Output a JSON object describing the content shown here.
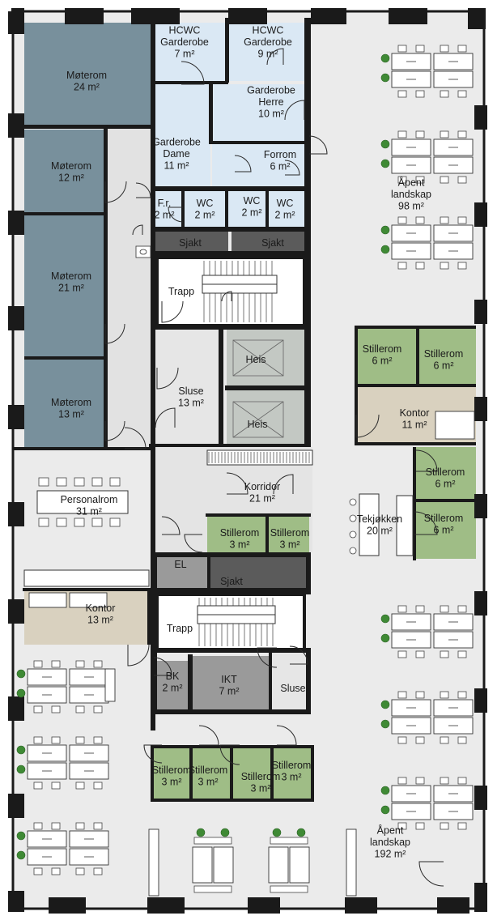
{
  "colors": {
    "meeting": "#78909c",
    "wardrobe": "#dae8f4",
    "quiet": "#9fbd86",
    "office": "#d9d1bf",
    "corridor": "#e6e6e6",
    "open": "#ebebeb",
    "shaft": "#5b5b5b",
    "lift": "#c3c8c3",
    "tech": "#9a9a9a",
    "wall": "#1a1a1a"
  },
  "rooms": [
    {
      "key": "moterom-24",
      "name": "Møterom",
      "area": "24 m²"
    },
    {
      "key": "moterom-12",
      "name": "Møterom",
      "area": "12 m²"
    },
    {
      "key": "moterom-21",
      "name": "Møterom",
      "area": "21 m²"
    },
    {
      "key": "moterom-13",
      "name": "Møterom",
      "area": "13 m²"
    },
    {
      "key": "hcwc-7",
      "name": "HCWC",
      "name2": "Garderobe",
      "area": "7 m²"
    },
    {
      "key": "hcwc-9",
      "name": "HCWC",
      "name2": "Garderobe",
      "area": "9 m²"
    },
    {
      "key": "garderobe-herre",
      "name": "Garderobe",
      "name2": "Herre",
      "area": "10 m²"
    },
    {
      "key": "garderobe-dame",
      "name": "Garderobe",
      "name2": "Dame",
      "area": "11 m²"
    },
    {
      "key": "forrom",
      "name": "Forrom",
      "area": "6 m²"
    },
    {
      "key": "fr",
      "name": "F.r.",
      "area": "2 m²"
    },
    {
      "key": "wc-1",
      "name": "WC",
      "area": "2 m²"
    },
    {
      "key": "wc-2",
      "name": "WC",
      "area": "2 m²"
    },
    {
      "key": "wc-3",
      "name": "WC",
      "area": "2 m²"
    },
    {
      "key": "sjakt-1",
      "name": "Sjakt"
    },
    {
      "key": "sjakt-2",
      "name": "Sjakt"
    },
    {
      "key": "trapp-1",
      "name": "Trapp"
    },
    {
      "key": "heis-1",
      "name": "Heis"
    },
    {
      "key": "heis-2",
      "name": "Heis"
    },
    {
      "key": "sluse-1",
      "name": "Sluse",
      "area": "13 m²"
    },
    {
      "key": "apent-98",
      "name": "Åpent",
      "name2": "landskap",
      "area": "98 m²"
    },
    {
      "key": "stillerom-a",
      "name": "Stillerom",
      "area": "6 m²"
    },
    {
      "key": "stillerom-b",
      "name": "Stillerom",
      "area": "6 m²"
    },
    {
      "key": "kontor-11",
      "name": "Kontor",
      "area": "11 m²"
    },
    {
      "key": "stillerom-c",
      "name": "Stillerom",
      "area": "6 m²"
    },
    {
      "key": "stillerom-d",
      "name": "Stillerom",
      "area": "6 m²"
    },
    {
      "key": "tekjokken",
      "name": "Tekjøkken",
      "area": "20 m²"
    },
    {
      "key": "personalrom",
      "name": "Personalrom",
      "area": "31 m²"
    },
    {
      "key": "korridor",
      "name": "Korridor",
      "area": "21 m²"
    },
    {
      "key": "stillerom-e",
      "name": "Stillerom",
      "area": "3 m²"
    },
    {
      "key": "stillerom-f",
      "name": "Stillerom",
      "area": "3 m²"
    },
    {
      "key": "el",
      "name": "EL"
    },
    {
      "key": "sjakt-3",
      "name": "Sjakt"
    },
    {
      "key": "kontor-13",
      "name": "Kontor",
      "area": "13 m²"
    },
    {
      "key": "trapp-2",
      "name": "Trapp"
    },
    {
      "key": "bk",
      "name": "BK",
      "area": "2 m²"
    },
    {
      "key": "ikt",
      "name": "IKT",
      "area": "7 m²"
    },
    {
      "key": "sluse-2",
      "name": "Sluse"
    },
    {
      "key": "stillerom-g",
      "name": "Stillerom",
      "area": "3 m²"
    },
    {
      "key": "stillerom-h",
      "name": "Stillerom",
      "area": "3 m²"
    },
    {
      "key": "stillerom-i",
      "name": "Stillerom",
      "area": "3 m²"
    },
    {
      "key": "stillerom-j",
      "name": "Stillerom",
      "area": "3 m²"
    },
    {
      "key": "apent-192",
      "name": "Åpent",
      "name2": "landskap",
      "area": "192 m²"
    }
  ]
}
